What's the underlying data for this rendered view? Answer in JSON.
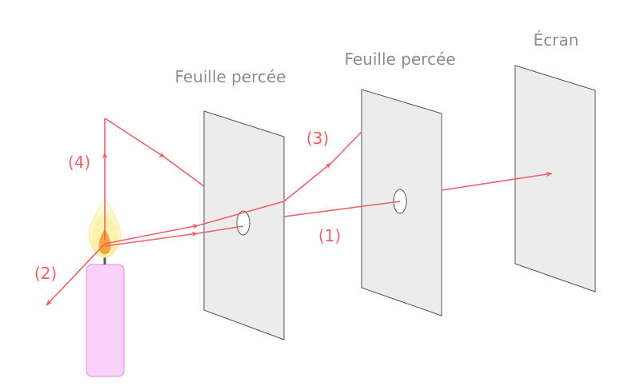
{
  "labels": {
    "sheet_1": "Feuille percée",
    "sheet_2": "Feuille percée",
    "screen": "Écran",
    "ray_1": "(1)",
    "ray_2": "(2)",
    "ray_3": "(3)",
    "ray_4": "(4)"
  },
  "colors": {
    "ray": "#f0606b",
    "sheet_fill": "#ececec",
    "sheet_stroke": "#555555",
    "label_text": "#8c8c8c",
    "candle_body": "#f8d2f8",
    "candle_stroke": "#e08ae0",
    "flame_outer": "#fdf5a0",
    "flame_inner": "#f7a53a"
  }
}
